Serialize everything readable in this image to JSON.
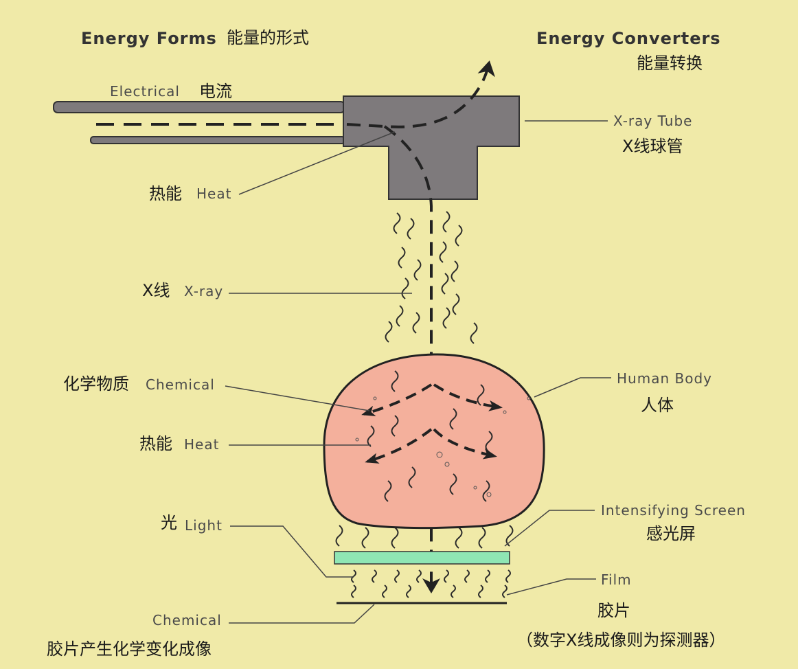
{
  "header": {
    "energy_forms_en": "Energy Forms",
    "energy_forms_cn": "能量的形式",
    "energy_converters_en": "Energy Converters",
    "energy_converters_cn": "能量转换"
  },
  "left_labels": {
    "electrical_en": "Electrical",
    "electrical_cn": "电流",
    "heat1_cn": "热能",
    "heat1_en": "Heat",
    "xray_cn": "X线",
    "xray_en": "X-ray",
    "chemical_cn": "化学物质",
    "chemical_en": "Chemical",
    "heat2_cn": "热能",
    "heat2_en": "Heat",
    "light_cn": "光",
    "light_en": "Light",
    "film_chemical_en": "Chemical",
    "film_chemical_cn": "胶片产生化学变化成像"
  },
  "right_labels": {
    "tube_en": "X-ray Tube",
    "tube_cn": "X线球管",
    "body_en": "Human Body",
    "body_cn": "人体",
    "screen_en": "Intensifying Screen",
    "screen_cn": "感光屏",
    "film_en": "Film",
    "film_cn": "胶片",
    "detector_note_cn": "（数字X线成像则为探测器）"
  },
  "colors": {
    "background": "#f0eaa8",
    "tube": "#7e7a7c",
    "body": "#f4b09c",
    "screen": "#8fe6b4",
    "ink": "#222222"
  }
}
